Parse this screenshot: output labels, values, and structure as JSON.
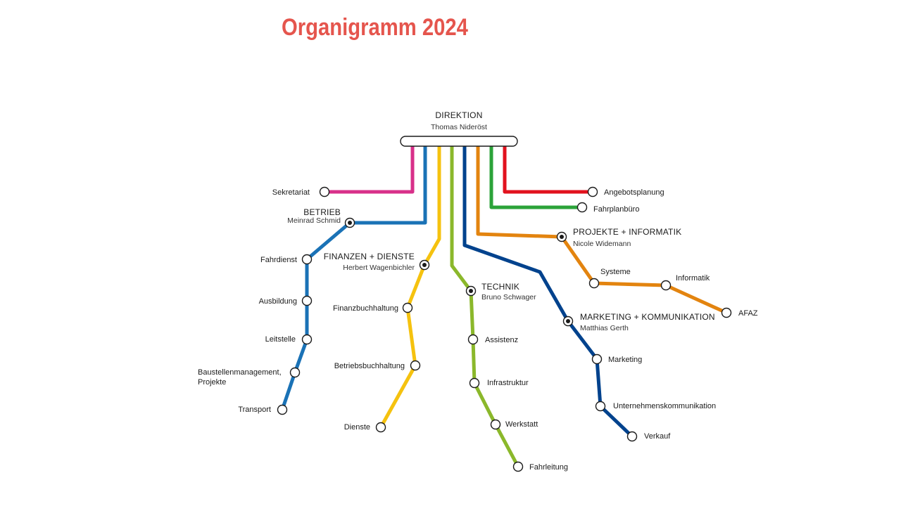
{
  "title": "Organigramm 2024",
  "root": {
    "name": "DIREKTION",
    "person": "Thomas Nideröst"
  },
  "colors": {
    "sekretariat": "#d8308a",
    "betrieb": "#1a72b6",
    "finanzen": "#f5c20f",
    "technik": "#8bb82b",
    "marketing": "#00428d",
    "projekte": "#e3840f",
    "fahrplan": "#2ba339",
    "angebot": "#e2121e"
  },
  "units": {
    "sekretariat": {
      "label": "Sekretariat"
    },
    "betrieb": {
      "head": "BETRIEB",
      "person": "Meinrad Schmid",
      "stops": [
        "Fahrdienst",
        "Ausbildung",
        "Leitstelle",
        "Baustellenmanagement,",
        "Projekte",
        "Transport"
      ]
    },
    "finanzen": {
      "head": "FINANZEN + DIENSTE",
      "person": "Herbert Wagenbichler",
      "stops": [
        "Finanzbuchhaltung",
        "Betriebsbuchhaltung",
        "Dienste"
      ]
    },
    "technik": {
      "head": "TECHNIK",
      "person": "Bruno Schwager",
      "stops": [
        "Assistenz",
        "Infrastruktur",
        "Werkstatt",
        "Fahrleitung"
      ]
    },
    "marketing": {
      "head": "MARKETING + KOMMUNIKATION",
      "person": "Matthias Gerth",
      "stops": [
        "Marketing",
        "Unternehmenskommunikation",
        "Verkauf"
      ]
    },
    "projekte": {
      "head": "PROJEKTE + INFORMATIK",
      "person": "Nicole Widemann",
      "stops": [
        "Systeme",
        "Informatik",
        "AFAZ"
      ]
    },
    "fahrplan": {
      "label": "Fahrplanbüro"
    },
    "angebot": {
      "label": "Angebotsplanung"
    }
  }
}
